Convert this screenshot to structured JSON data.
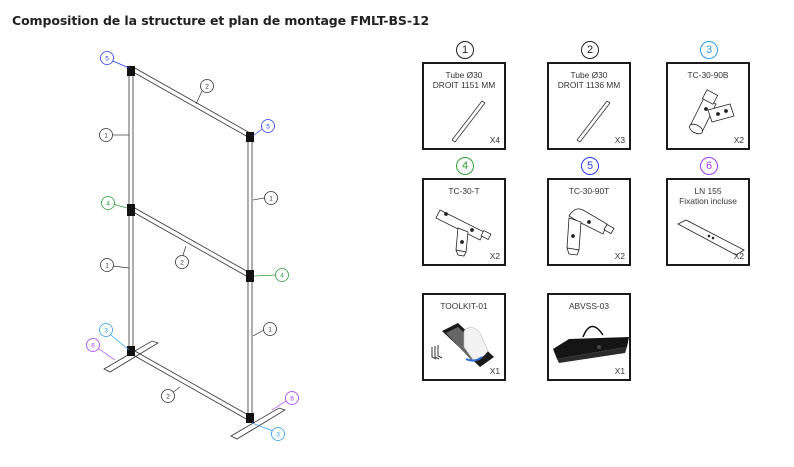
{
  "title": "Composition de la structure et plan de montage FMLT-BS-12",
  "colors": {
    "part_1": "#222222",
    "part_2": "#222222",
    "part_3": "#2f9be8",
    "part_4": "#2e9e3a",
    "part_5": "#2a3cf0",
    "part_6": "#a03af0"
  },
  "parts": [
    {
      "number": "1",
      "name_line1": "Tube Ø30",
      "name_line2": "DROIT 1151 MM",
      "qty": "X4",
      "icon": "tube-icon"
    },
    {
      "number": "2",
      "name_line1": "Tube Ø30",
      "name_line2": "DROIT 1136 MM",
      "qty": "X3",
      "icon": "tube-icon"
    },
    {
      "number": "3",
      "name_line1": "TC-30-90B",
      "name_line2": "",
      "qty": "X2",
      "icon": "connector-90b-icon"
    },
    {
      "number": "4",
      "name_line1": "TC-30-T",
      "name_line2": "",
      "qty": "X2",
      "icon": "connector-t-icon"
    },
    {
      "number": "5",
      "name_line1": "TC-30-90T",
      "name_line2": "",
      "qty": "X2",
      "icon": "connector-90t-icon"
    },
    {
      "number": "6",
      "name_line1": "LN 155",
      "name_line2": "Fixation incluse",
      "qty": "X2",
      "icon": "foot-plate-icon"
    },
    {
      "number": "",
      "name_line1": "TOOLKIT-01",
      "name_line2": "",
      "qty": "X1",
      "icon": "toolkit-icon"
    },
    {
      "number": "",
      "name_line1": "ABVSS-03",
      "name_line2": "",
      "qty": "X1",
      "icon": "carry-bag-icon"
    }
  ],
  "diagram_labels": [
    {
      "text": "5",
      "part": "5"
    },
    {
      "text": "2",
      "part": "2"
    },
    {
      "text": "5",
      "part": "5"
    },
    {
      "text": "1",
      "part": "1"
    },
    {
      "text": "1",
      "part": "1"
    },
    {
      "text": "4",
      "part": "4"
    },
    {
      "text": "2",
      "part": "2"
    },
    {
      "text": "1",
      "part": "1"
    },
    {
      "text": "4",
      "part": "4"
    },
    {
      "text": "1",
      "part": "1"
    },
    {
      "text": "3",
      "part": "3"
    },
    {
      "text": "6",
      "part": "6"
    },
    {
      "text": "2",
      "part": "2"
    },
    {
      "text": "6",
      "part": "6"
    },
    {
      "text": "3",
      "part": "3"
    }
  ]
}
